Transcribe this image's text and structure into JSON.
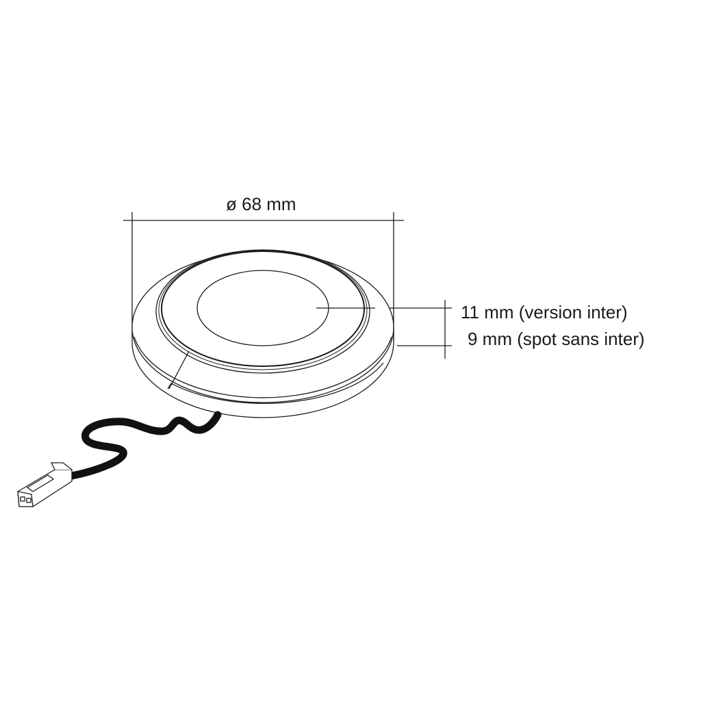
{
  "dimensions": {
    "diameter_label": "ø 68 mm",
    "height_version_inter": "11 mm (version inter)",
    "height_spot_sans_inter": "9 mm (spot sans inter)"
  },
  "colors": {
    "line": "#1a1a1a",
    "cable": "#111111",
    "background": "#ffffff"
  }
}
